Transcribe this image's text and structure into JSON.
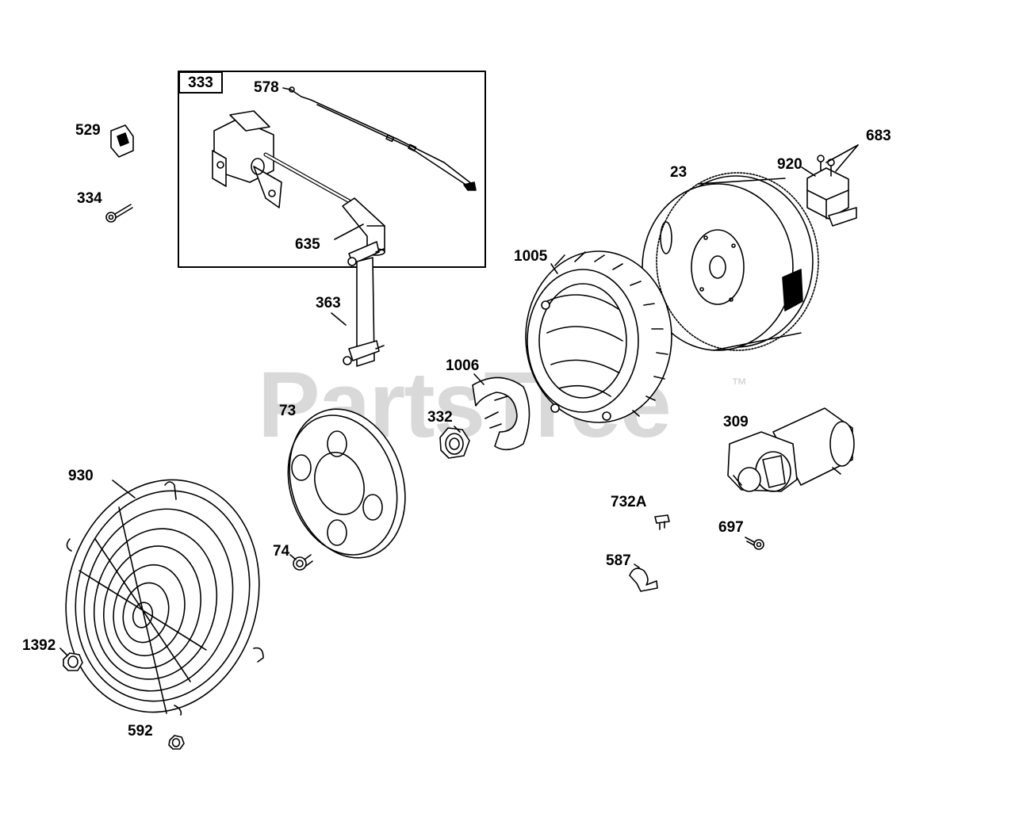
{
  "watermark": "PartsTree",
  "watermark_mark": "™",
  "group_box_label": "333",
  "callouts": {
    "p578": "578",
    "p529": "529",
    "p334": "334",
    "p635": "635",
    "p683": "683",
    "p920": "920",
    "p23": "23",
    "p1005": "1005",
    "p363": "363",
    "p1006": "1006",
    "p73": "73",
    "p332": "332",
    "p309": "309",
    "p930": "930",
    "p732A": "732A",
    "p697": "697",
    "p74": "74",
    "p587": "587",
    "p1392": "1392",
    "p592": "592"
  }
}
